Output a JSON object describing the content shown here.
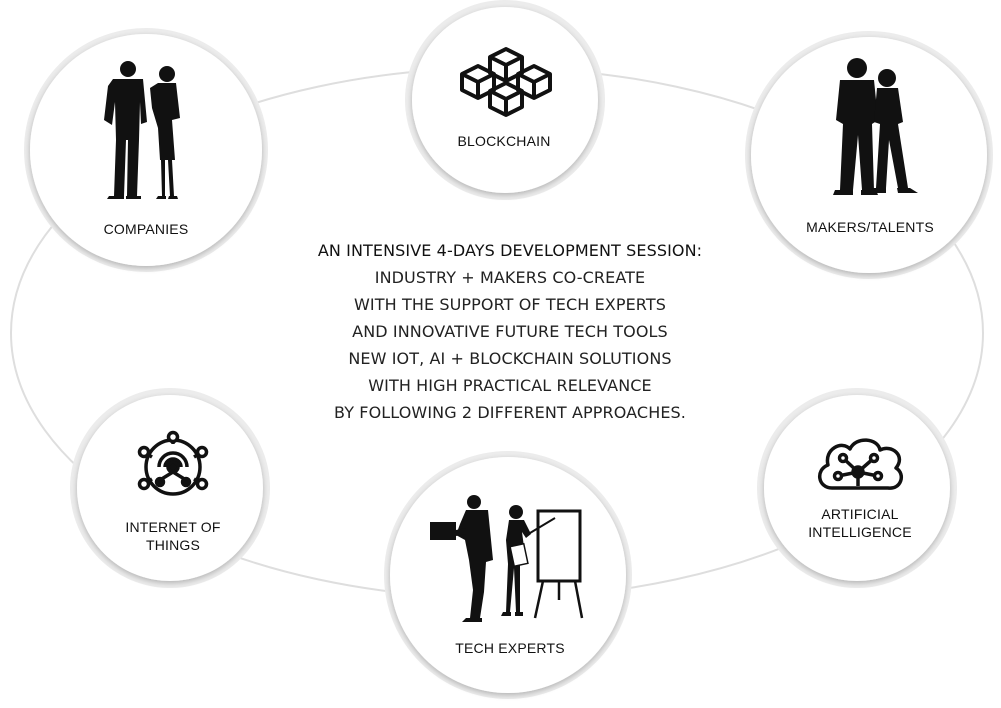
{
  "center": {
    "title": "AN INTENSIVE 4-DAYS DEVELOPMENT SESSION:",
    "lines": [
      "INDUSTRY + MAKERS CO-CREATE",
      "WITH THE SUPPORT OF TECH EXPERTS",
      "AND INNOVATIVE FUTURE TECH TOOLS",
      "NEW IOT, AI + BLOCKCHAIN SOLUTIONS",
      "WITH HIGH PRACTICAL RELEVANCE",
      "BY FOLLOWING 2 DIFFERENT APPROACHES."
    ]
  },
  "nodes": {
    "companies": {
      "label": "COMPANIES",
      "icon": "business-people-icon"
    },
    "blockchain": {
      "label": "BLOCKCHAIN",
      "icon": "blockchain-cubes-icon"
    },
    "makers": {
      "label": "MAKERS/TALENTS",
      "icon": "casual-people-icon"
    },
    "iot": {
      "label_line1": "INTERNET OF",
      "label_line2": "THINGS",
      "icon": "iot-hub-icon"
    },
    "experts": {
      "label": "TECH EXPERTS",
      "icon": "presenters-icon"
    },
    "ai": {
      "label_line1": "ARTIFICIAL",
      "label_line2": "INTELLIGENCE",
      "icon": "brain-network-icon"
    }
  },
  "colors": {
    "ring": "#d9d9d9",
    "circle_fill": "#ffffff",
    "circle_halo": "#e6e6e6",
    "silhouette": "#111111",
    "text": "#222222"
  }
}
